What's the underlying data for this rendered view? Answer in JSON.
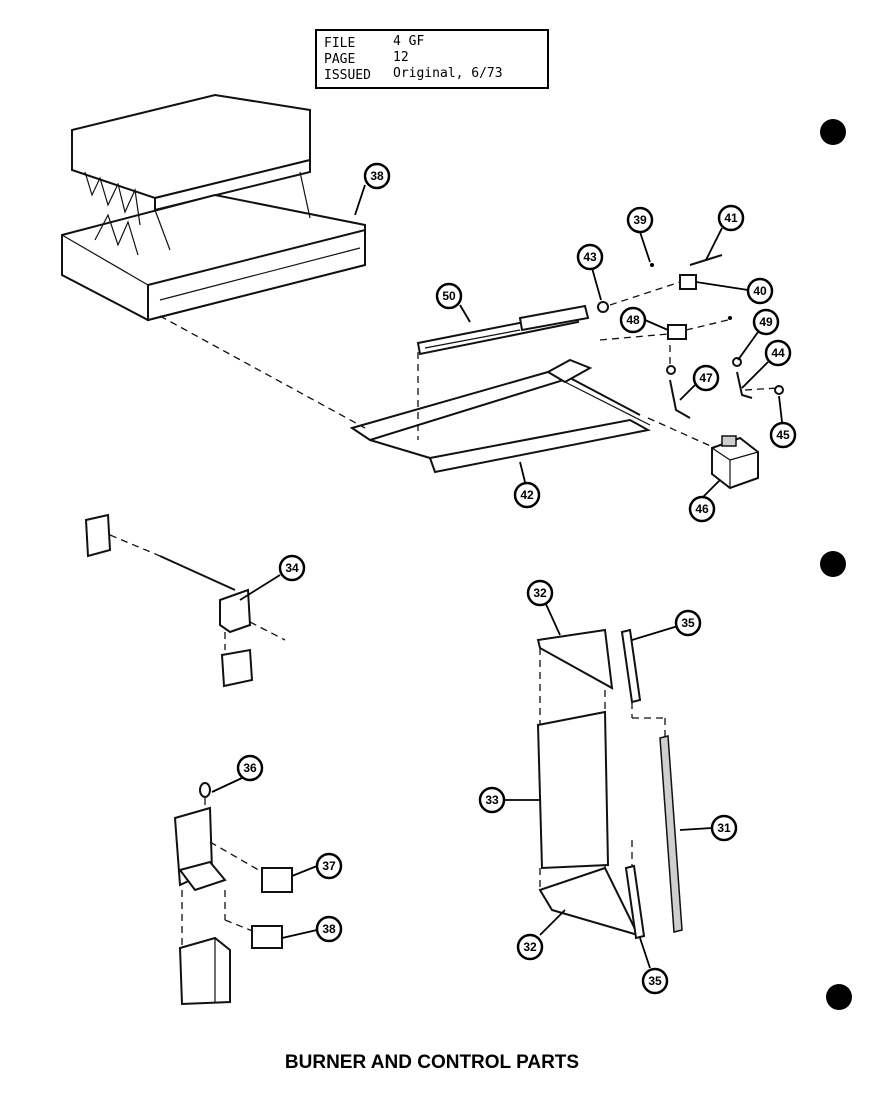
{
  "header_box": {
    "file_label": "FILE",
    "file_value": "4 GF",
    "page_label": "PAGE",
    "page_value": "12",
    "issued_label": "ISSUED",
    "issued_value": "Original, 6/73"
  },
  "title": "BURNER AND CONTROL PARTS",
  "callouts": [
    "38",
    "39",
    "41",
    "43",
    "50",
    "40",
    "48",
    "49",
    "44",
    "47",
    "45",
    "42",
    "46",
    "34",
    "32",
    "35",
    "33",
    "31",
    "36",
    "37",
    "38",
    "32",
    "35"
  ]
}
